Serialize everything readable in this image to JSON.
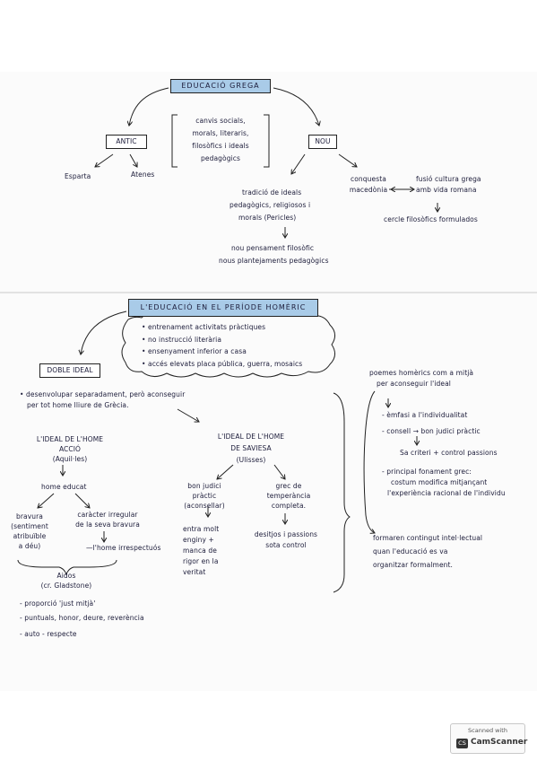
{
  "section1": {
    "title": "EDUCACIÓ GREGA",
    "antic": "ANTIC",
    "nou": "NOU",
    "centre_lines": [
      "canvis socials,",
      "morals, literaris,",
      "filosòfics i ideals",
      "pedagògics"
    ],
    "esparta": "Esparta",
    "atenes": "Atenes",
    "tradicio_lines": [
      "tradició de ideals",
      "pedagògics, religiosos i",
      "morals (Pericles)"
    ],
    "nou_pens_lines": [
      "nou pensament filosòfic",
      "nous plantejaments pedagògics"
    ],
    "conquesta_lines": [
      "conquesta",
      "macedònia"
    ],
    "fusio_lines": [
      "fusió cultura grega",
      "amb vida romana"
    ],
    "cercle": "cercle filosòfics formulados"
  },
  "section2": {
    "title": "L'EDUCACIÓ EN EL PERÍODE HOMÈRIC",
    "cloud_items": [
      "• entrenament activitats pràctiques",
      "• no instrucció literària",
      "• ensenyament inferior a casa",
      "• accés elevats placa pública, guerra, mosaics"
    ],
    "doble_ideal": "DOBLE IDEAL",
    "desenvolupar_lines": [
      "• desenvolupar separadament, però aconseguir",
      "per tot home lliure de Grècia."
    ],
    "accio_lines": [
      "L'IDEAL DE L'HOME",
      "ACCIÓ",
      "(Aquil·les)"
    ],
    "saviesa_lines": [
      "L'IDEAL DE L'HOME",
      "DE SAVIESA",
      "(Ulisses)"
    ],
    "home_educat": "home educat",
    "bravura_lines": [
      "bravura",
      "(sentiment",
      "atribuïble",
      "a déu)"
    ],
    "caracter_lines": [
      "caràcter irregular",
      "de la seva bravura"
    ],
    "home_irrespectuos": "—l'home irrespectuós",
    "aidos_lines": [
      "Aidos",
      "(cr. Gladstone)"
    ],
    "aidos_bullets": [
      "- proporció 'just mitjà'",
      "- puntuals, honor, deure, reverència",
      "- auto - respecte"
    ],
    "bon_judici_lines": [
      "bon judici",
      "pràctic",
      "(aconsellar)"
    ],
    "entra_lines": [
      "entra molt",
      "enginy +",
      "manca de",
      "rigor en la",
      "veritat"
    ],
    "grec_lines": [
      "grec de",
      "temperància",
      "completa."
    ],
    "desitjos_lines": [
      "desitjos i passions",
      "sota control"
    ],
    "poemes_lines": [
      "poemes homèrics com a mitjà",
      "per aconseguir l'ideal"
    ],
    "emfasi": "- èmfasi a l'individualitat",
    "consell": "- consell → bon judici pràctic",
    "sa_lines": [
      "Sa criteri + control passions"
    ],
    "principal_lines": [
      "- principal fonament grec:",
      "costum modifica mitjançant",
      "l'experiència racional de l'individu"
    ],
    "formaren_lines": [
      "formaren contingut intel·lectual",
      "quan l'educació es va",
      "organitzar formalment."
    ]
  },
  "watermark": {
    "line1": "Scanned with",
    "badge": "CS",
    "line2": "CamScanner"
  }
}
